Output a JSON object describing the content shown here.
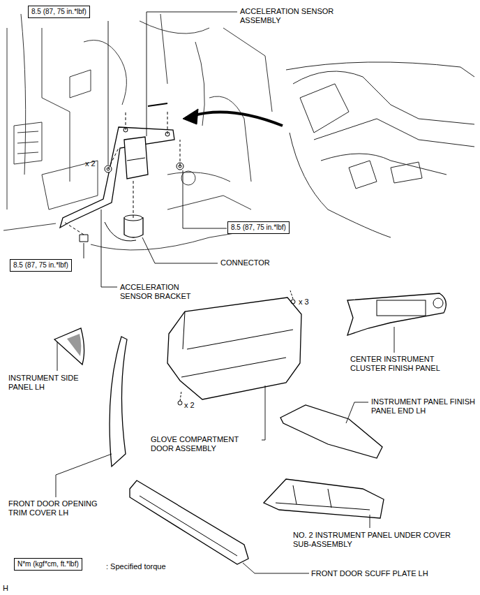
{
  "diagram": {
    "nodes": [
      {
        "text": [
          "8.5 (87, 75 in.*lbf)"
        ]
      },
      {
        "text": [
          "8.5 (87, 75 in.*lbf)"
        ]
      },
      {
        "text": [
          "8.5 (87, 75 in.*lbf)"
        ]
      },
      {
        "text": [
          "N*m (kgf*cm, ft.*lbf)"
        ]
      }
    ],
    "labels": [
      "ACCELERATION SENSOR ASSEMBLY",
      "x 2",
      "CONNECTOR",
      "ACCELERATION SENSOR BRACKET",
      "INSTRUMENT SIDE PANEL LH",
      "x 3",
      "CENTER INSTRUMENT CLUSTER FINISH PANEL",
      "x 2",
      "GLOVE COMPARTMENT DOOR ASSEMBLY",
      "INSTRUMENT PANEL FINISH PANEL END LH",
      "FRONT DOOR OPENING TRIM COVER LH",
      "NO. 2 INSTRUMENT PANEL UNDER COVER SUB-ASSEMBLY",
      "FRONT DOOR SCUFF PLATE LH",
      ": Specified torque",
      "H"
    ]
  }
}
